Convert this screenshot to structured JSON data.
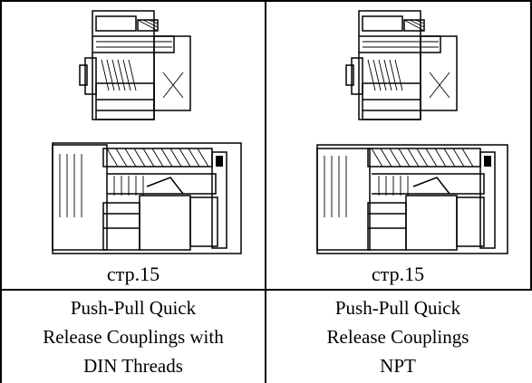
{
  "table": {
    "columns": [
      {
        "page_ref": "стр.15",
        "illustration": "coupling-din-diagram",
        "description_lines": [
          "Push-Pull Quick",
          "Release Couplings with",
          "DIN Threads"
        ]
      },
      {
        "page_ref": "стр.15",
        "illustration": "coupling-npt-diagram",
        "description_lines": [
          "Push-Pull Quick",
          "Release Couplings",
          "NPT"
        ]
      }
    ]
  },
  "colors": {
    "border": "#000000",
    "background": "#ffffff",
    "ink": "#000000"
  }
}
